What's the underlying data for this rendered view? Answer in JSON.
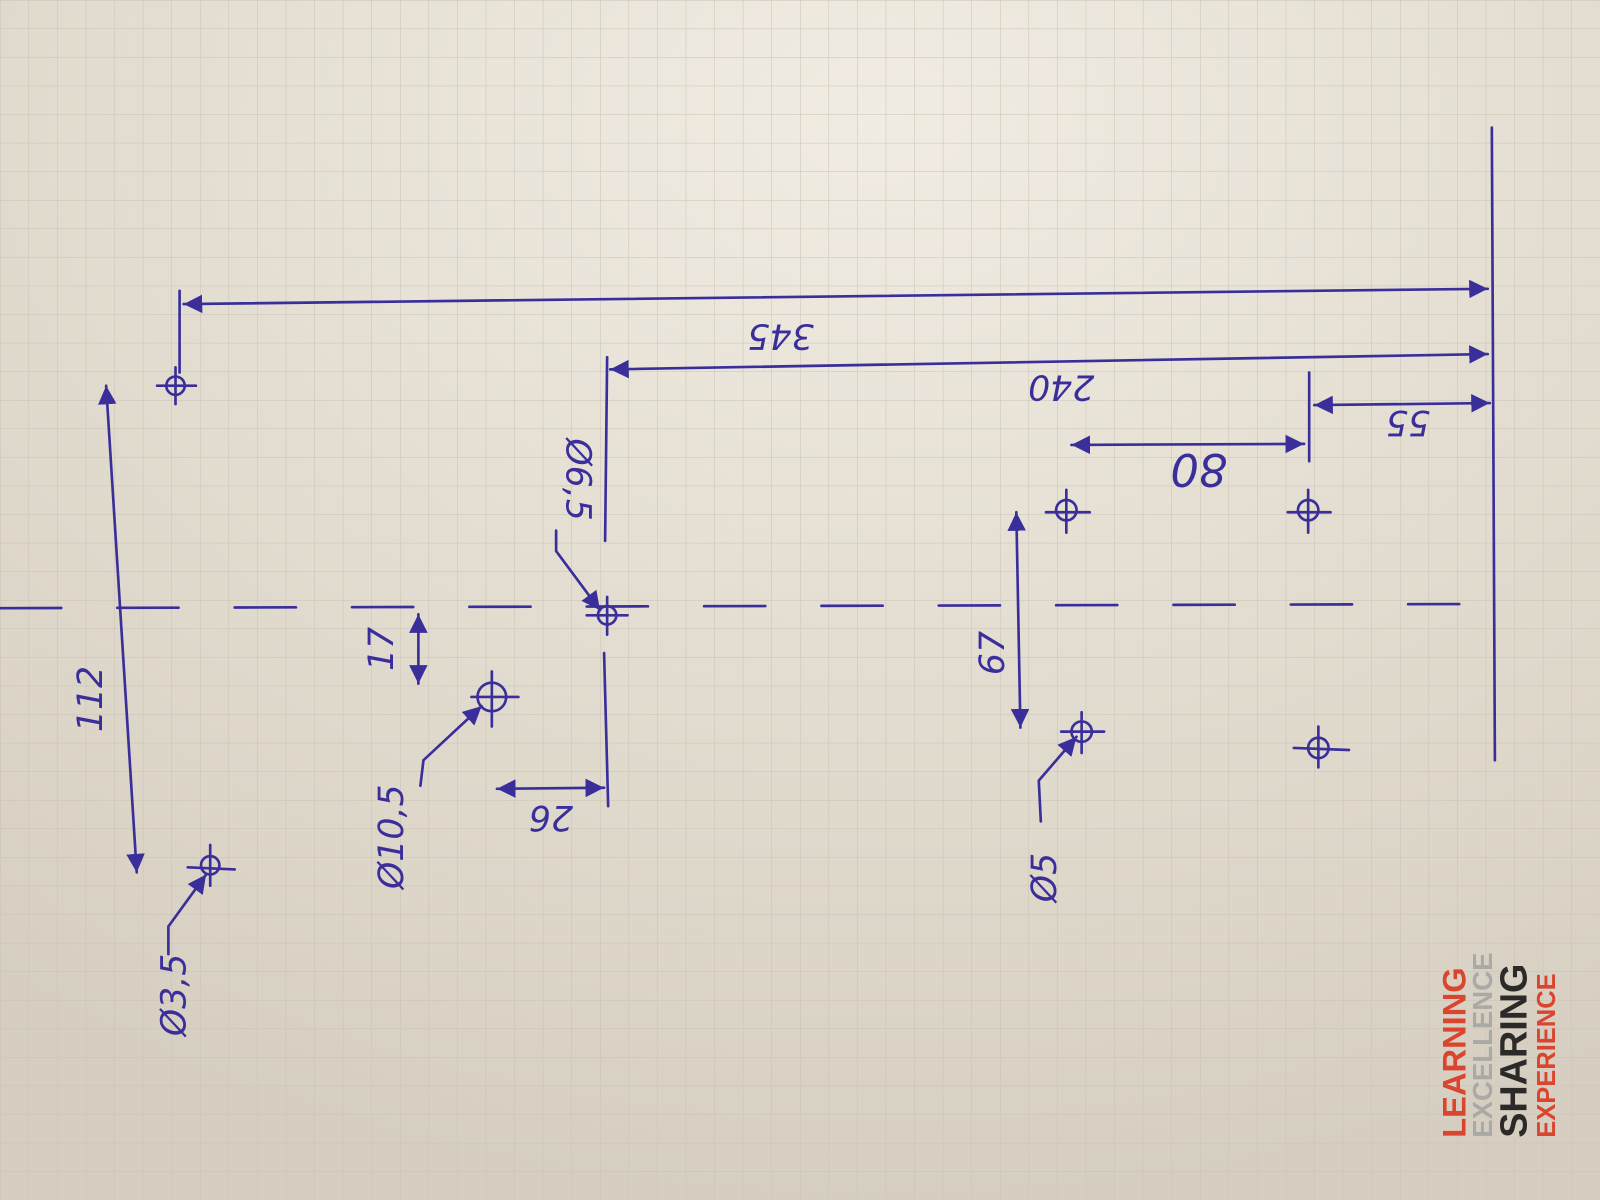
{
  "drawing": {
    "dimensions": {
      "d345": "345",
      "d240": "240",
      "d80": "80",
      "d55": "55",
      "d67": "67",
      "d17": "17",
      "d26": "26",
      "d112": "112"
    },
    "hole_labels": {
      "h35": "Ø3,5",
      "h65": "Ø6,5",
      "h105": "Ø10,5",
      "h5": "Ø5"
    }
  },
  "logo": {
    "line1": "LEARNING",
    "line2": "EXCELLENCE",
    "line3": "SHARING",
    "line4": "EXPERIENCE"
  },
  "colors": {
    "ink": "#3a2f9a",
    "paper": "#e6e0d3",
    "logo_red": "#d9452f",
    "logo_grey": "#a9a9a6",
    "logo_black": "#2b2a28"
  }
}
